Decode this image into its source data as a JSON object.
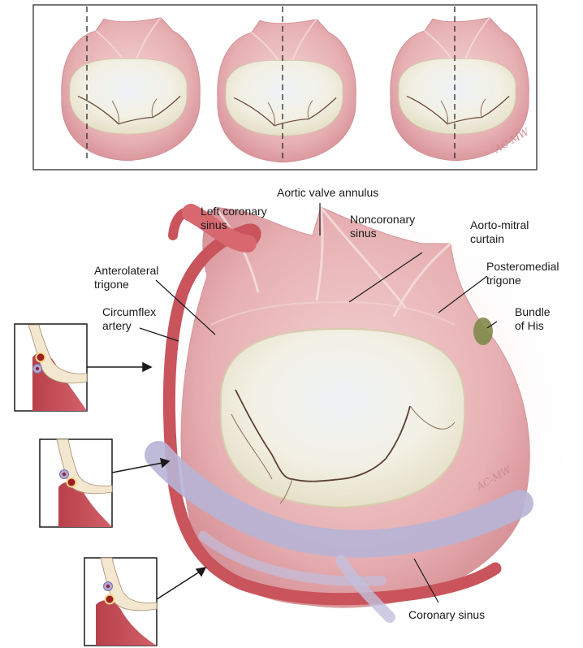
{
  "top_panel": {
    "views": [
      "view-1",
      "view-2",
      "view-3"
    ],
    "signature": "AC-MW"
  },
  "main": {
    "labels": {
      "aortic_valve_annulus": "Aortic valve annulus",
      "left_coronary_sinus": [
        "Left coronary",
        "sinus"
      ],
      "noncoronary_sinus": [
        "Noncoronary",
        "sinus"
      ],
      "aorto_mitral_curtain": [
        "Aorto-mitral",
        "curtain"
      ],
      "anterolateral_trigone": [
        "Anterolateral",
        "trigone"
      ],
      "posteromedial_trigone": [
        "Posteromedial",
        "trigone"
      ],
      "circumflex_artery": [
        "Circumflex",
        "artery"
      ],
      "bundle_of_his": [
        "Bundle",
        "of His"
      ],
      "coronary_sinus": "Coronary sinus"
    },
    "signature": "AC-MW"
  },
  "colors": {
    "tissue": "#e8b4b6",
    "tissue_dark": "#c9838a",
    "valve": "#f1f1e6",
    "vein": "#b7b4d6",
    "artery": "#c9545b",
    "his": "#7e8a4a"
  }
}
